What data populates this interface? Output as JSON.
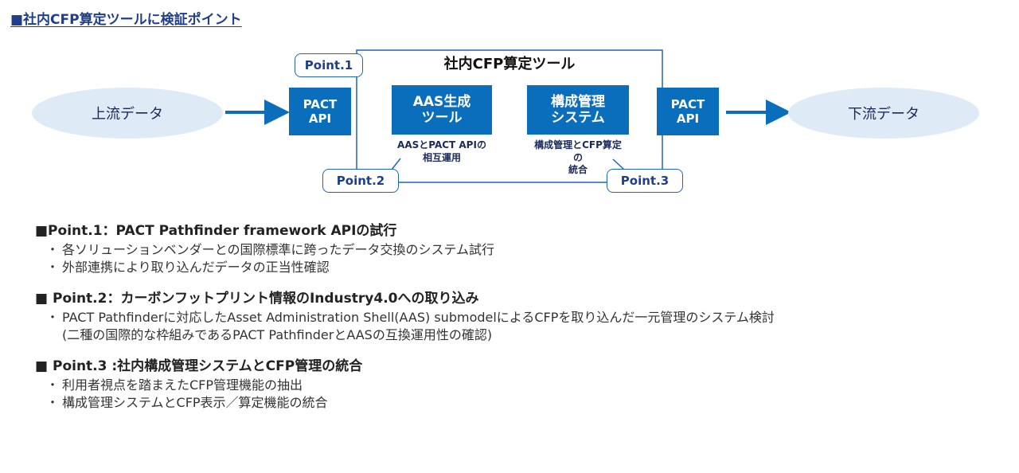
{
  "heading": "■社内CFP算定ツールに検証ポイント",
  "diagram": {
    "upstream": "上流データ",
    "downstream": "下流データ",
    "api_left": [
      "PACT",
      "API"
    ],
    "api_right": [
      "PACT",
      "API"
    ],
    "tool_title": "社内CFP算定ツール",
    "aas_box": [
      "AAS生成",
      "ツール"
    ],
    "config_box": [
      "構成管理",
      "システム"
    ],
    "aas_note": [
      "AASとPACT APIの",
      "相互運用"
    ],
    "config_note": [
      "構成管理とCFP算定",
      "の",
      "統合"
    ],
    "callout_1": "Point.1",
    "callout_2": "Point.2",
    "callout_3": "Point.3",
    "colors": {
      "blue": "#0a6ebd",
      "ellipse": "#deebf6",
      "border": "#1f65b8"
    }
  },
  "points": [
    {
      "title": "■Point.1：PACT Pathfinder framework APIの試行",
      "bullets": [
        "各ソリューションベンダーとの国際標準に跨ったデータ交換のシステム試行",
        "外部連携により取り込んだデータの正当性確認"
      ]
    },
    {
      "title": "■ Point.2：カーボンフットプリント情報のIndustry4.0への取り込み",
      "bullets": [
        "PACT Pathfinderに対応したAsset Administration Shell(AAS) submodelによるCFPを取り込んだ一元管理のシステム検討"
      ],
      "extra": "(二種の国際的な枠組みであるPACT PathfinderとAASの互換運用性の確認)"
    },
    {
      "title": "■ Point.3 :社内構成管理システムとCFP管理の統合",
      "bullets": [
        "利用者視点を踏まえたCFP管理機能の抽出",
        "構成管理システムとCFP表示／算定機能の統合"
      ]
    }
  ],
  "bullet_symbol": "・"
}
